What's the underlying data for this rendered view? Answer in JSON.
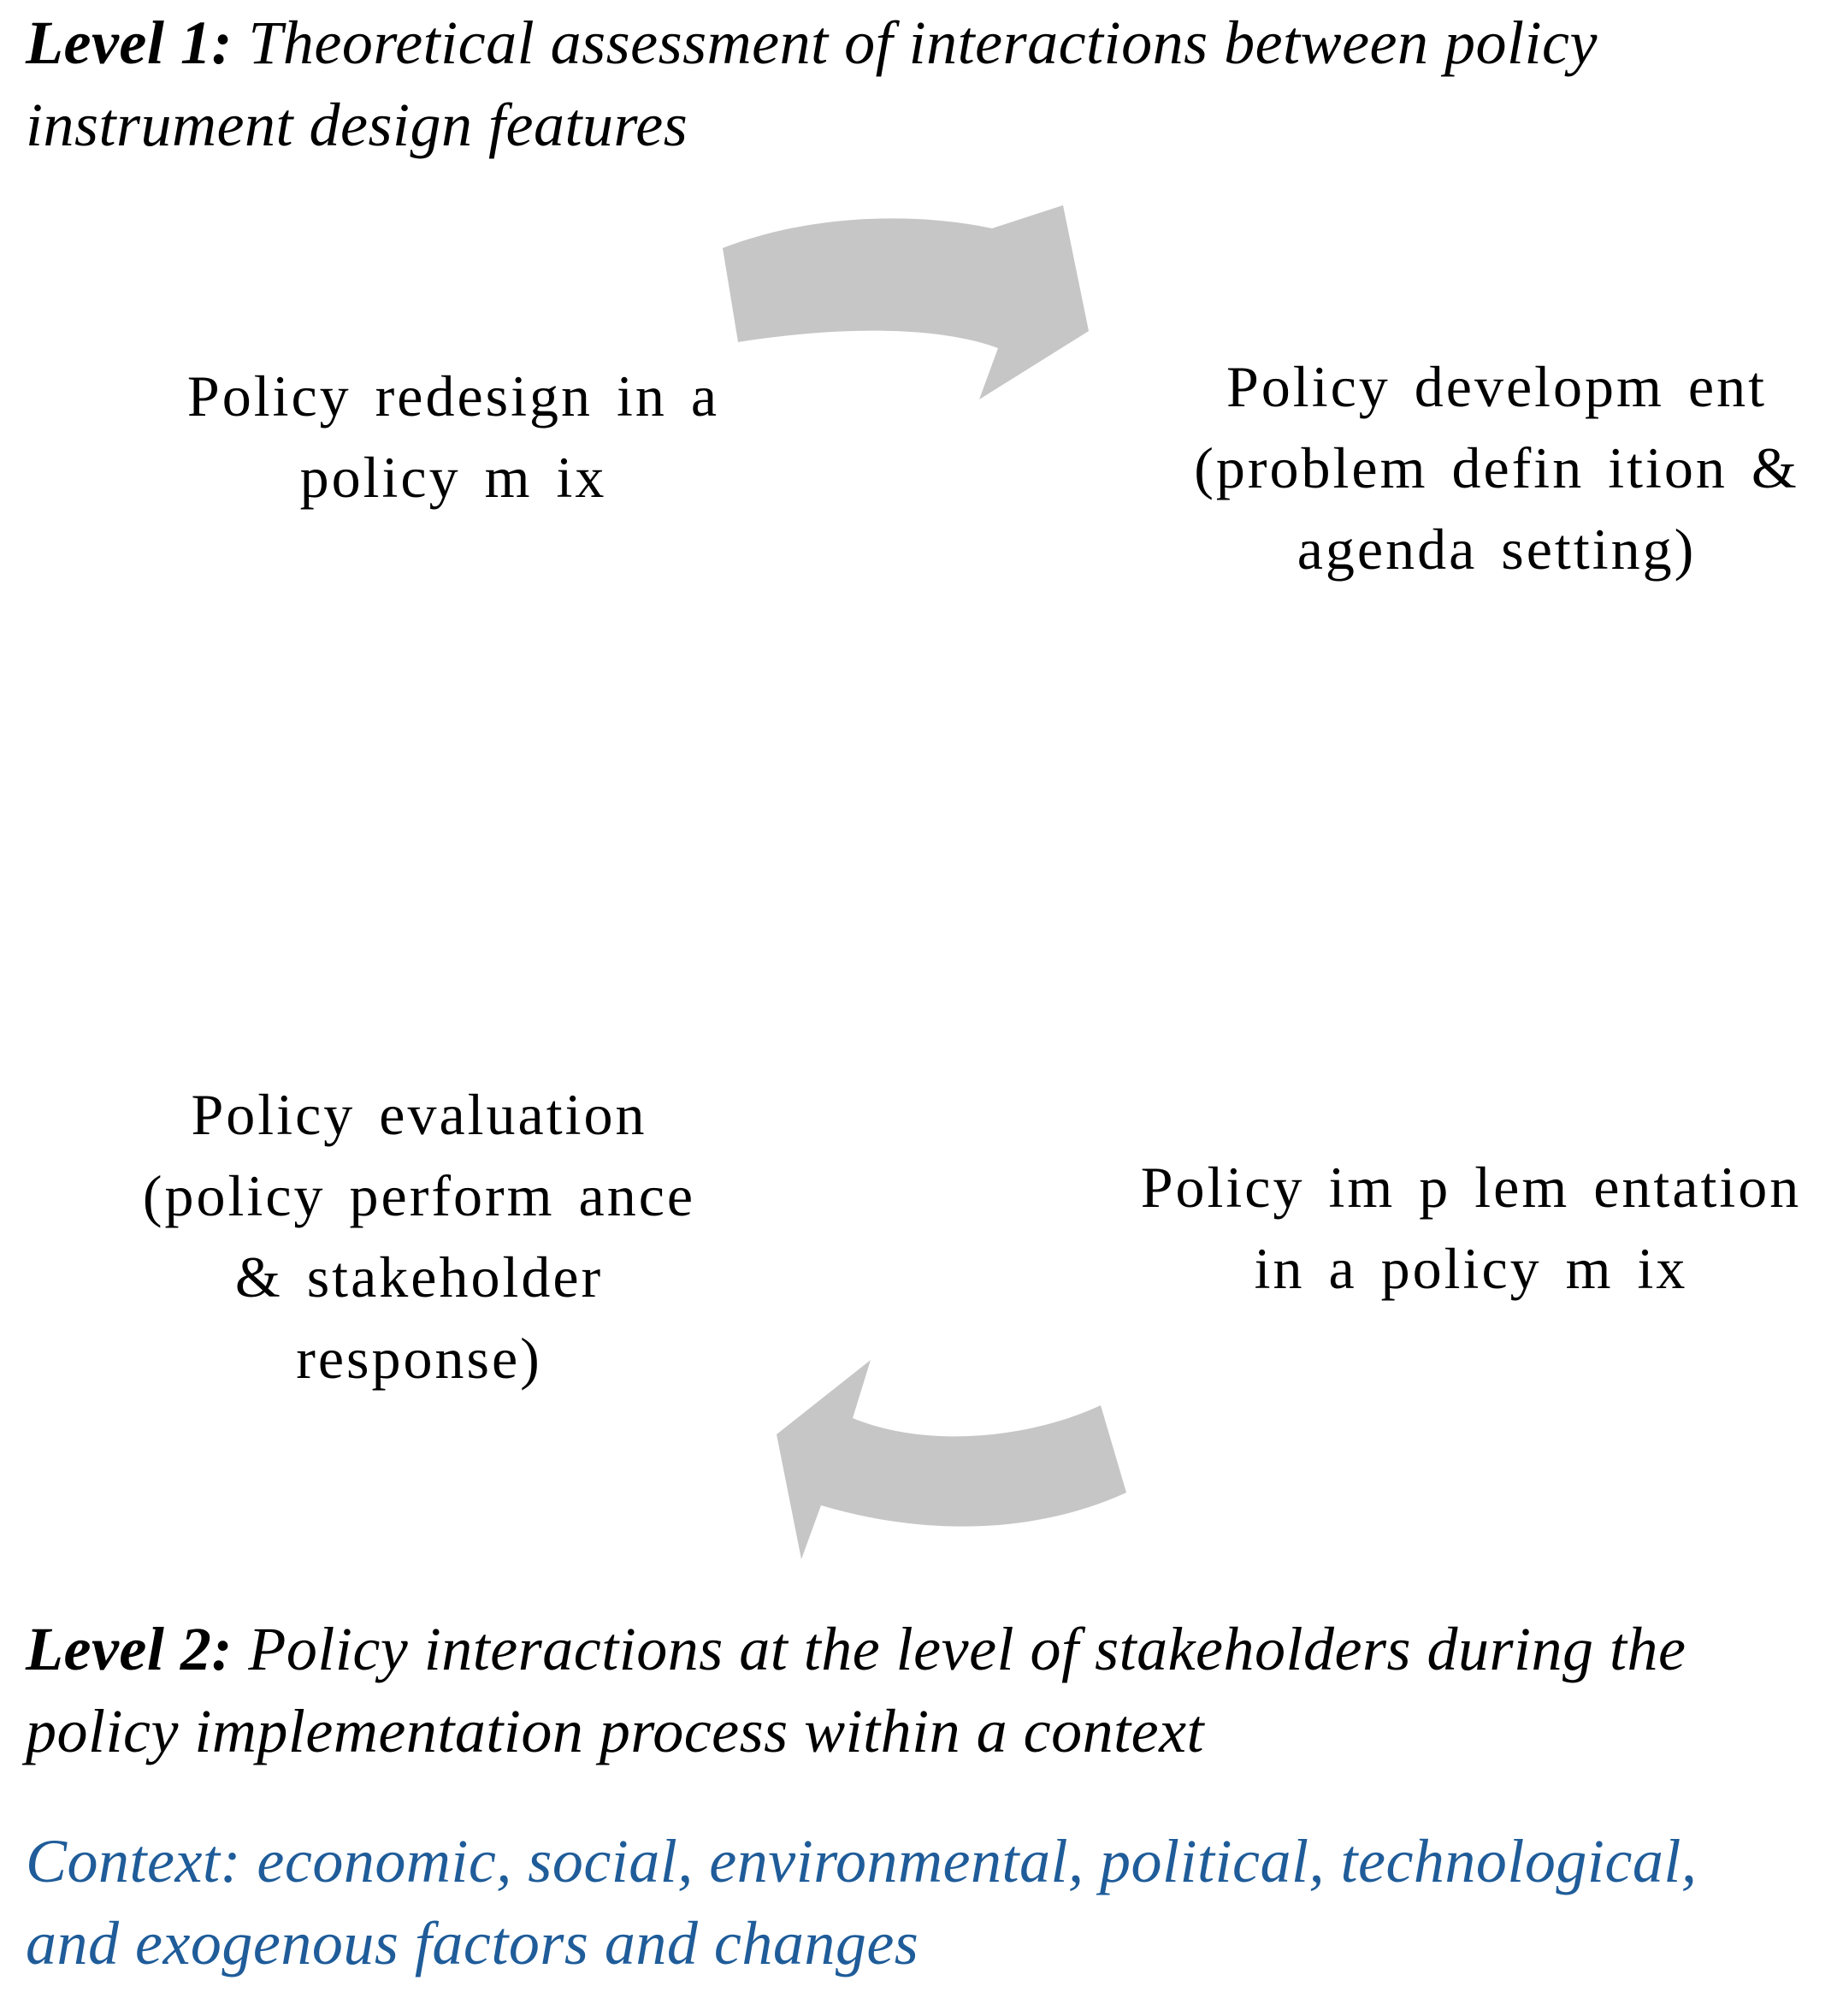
{
  "colors": {
    "background": "#ffffff",
    "text": "#000000",
    "arrow_gray": "#c6c6c6",
    "context_blue": "#1f5c99"
  },
  "level1_heading": {
    "label": "Level 1:",
    "line1": " Theoretical assessment of interactions between policy",
    "line2": "instrument design features"
  },
  "cycle": {
    "arrow_top": {
      "name": "curved-arrow-right",
      "direction": "left-node-to-right-node"
    },
    "arrow_bottom": {
      "name": "curved-arrow-left",
      "direction": "right-node-to-left-node"
    },
    "nodes": [
      {
        "id": "policy-redesign",
        "lines": [
          "Policy redesign in a",
          "policy m ix"
        ]
      },
      {
        "id": "policy-development",
        "lines": [
          "Policy developm ent",
          "(problem defin ition &",
          "agenda setting)"
        ]
      },
      {
        "id": "policy-implementation",
        "lines": [
          "Policy im p lem entation",
          "in a policy m ix"
        ]
      },
      {
        "id": "policy-evaluation",
        "lines": [
          "Policy evaluation",
          "(policy perform ance",
          "& stakeholder",
          "response)"
        ]
      }
    ]
  },
  "level2_heading": {
    "label": "Level 2:",
    "line1": " Policy interactions at the level of stakeholders during the",
    "line2": "policy implementation process within a context"
  },
  "context_note": {
    "line1": "Context: economic, social, environmental, political, technological,",
    "line2": "and exogenous factors and changes"
  }
}
